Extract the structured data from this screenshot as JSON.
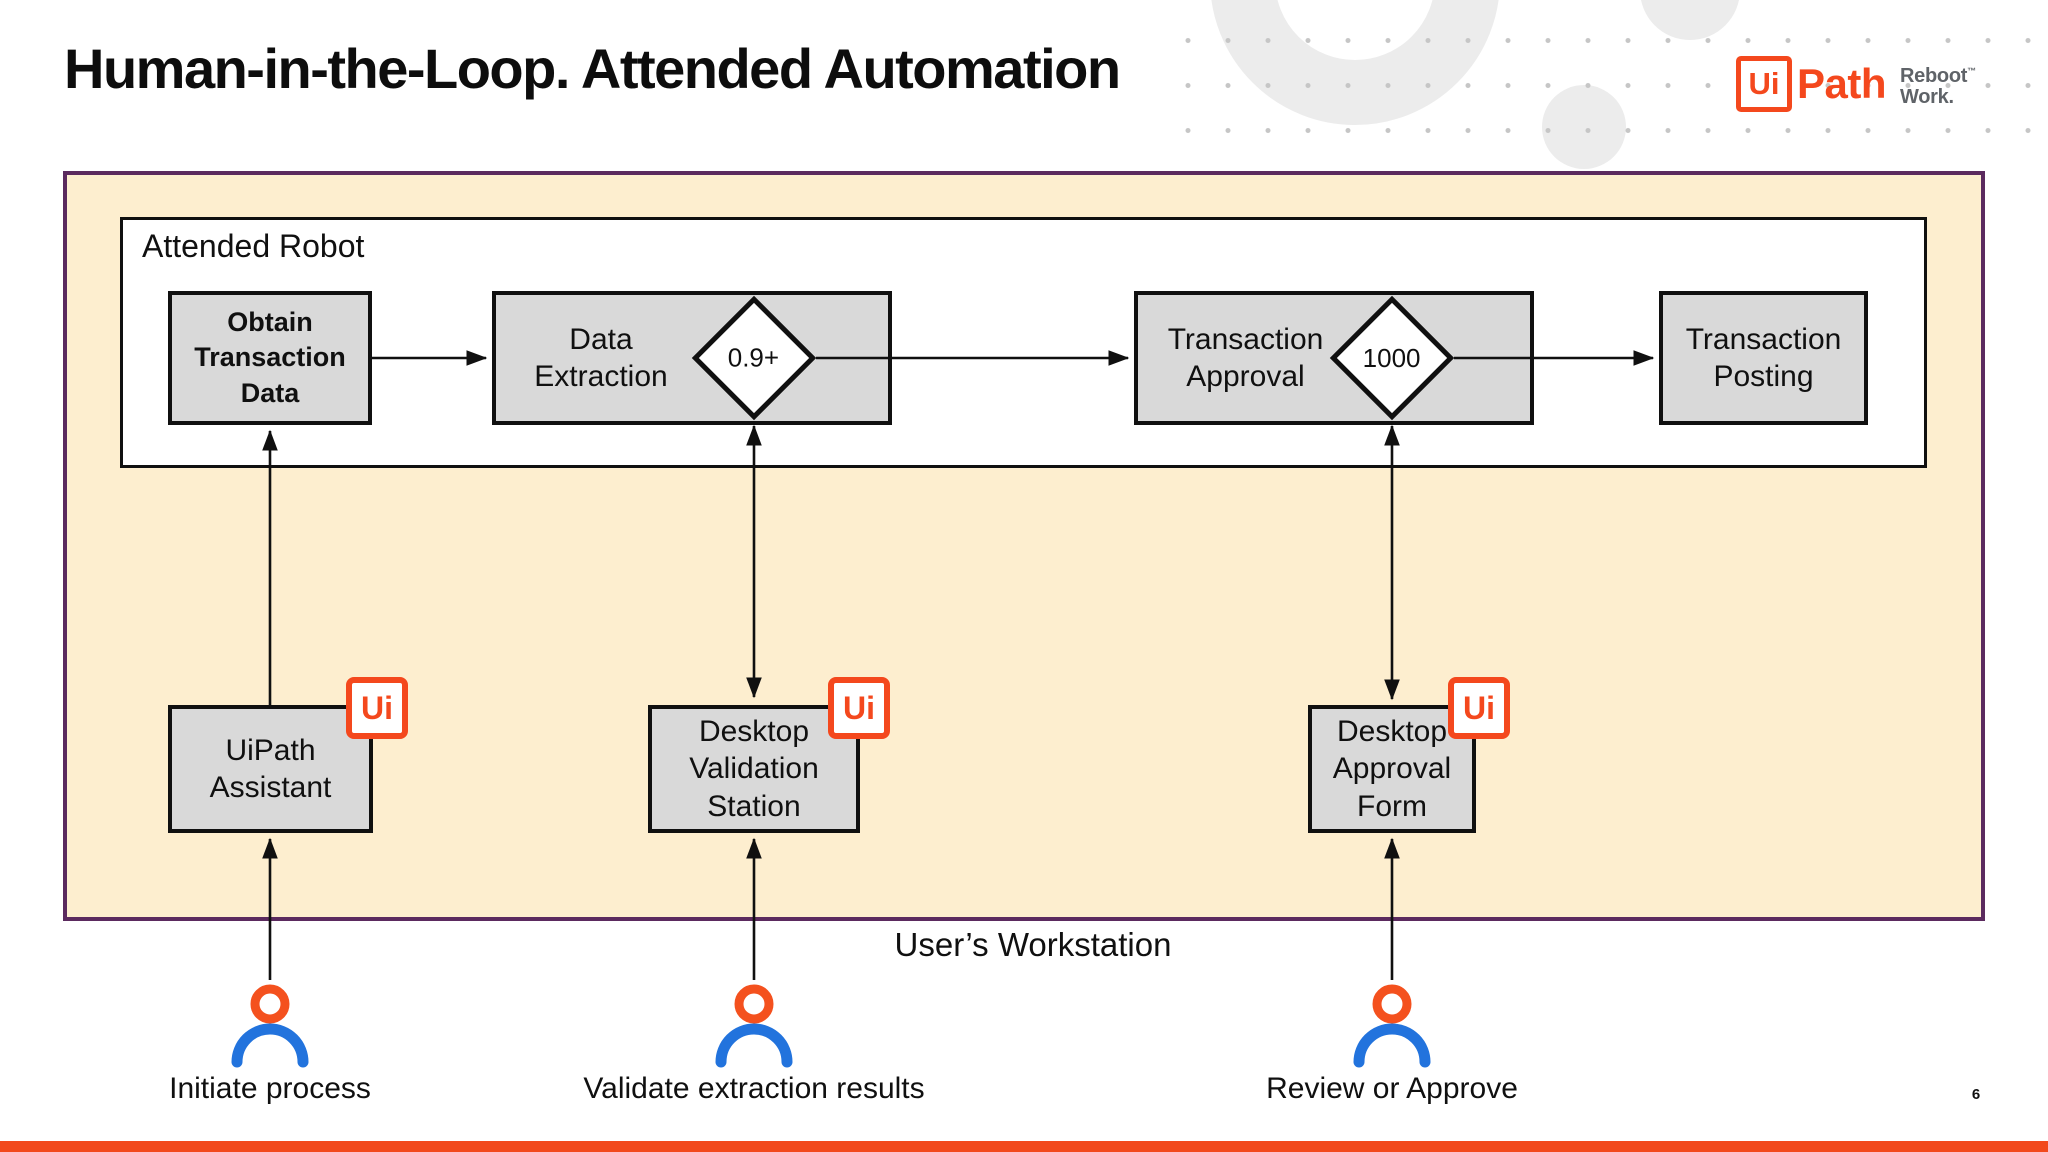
{
  "slide": {
    "title": "Human-in-the-Loop. Attended Automation",
    "page_number": "6"
  },
  "logo": {
    "ui": "Ui",
    "path": "Path",
    "tagline_top": "Reboot",
    "tm": "™",
    "tagline_bottom": "Work."
  },
  "colors": {
    "accent_orange": "#f4481d",
    "actor_blue": "#2273dd",
    "panel_beige": "#fdeecf",
    "panel_border_purple": "#5b2a5e",
    "box_gray": "#d9d9d9",
    "line_black": "#101010"
  },
  "workstation": {
    "label": "User’s Workstation",
    "attended_robot": {
      "label": "Attended Robot",
      "steps": {
        "obtain": {
          "label": "Obtain\nTransaction\nData"
        },
        "extraction": {
          "label": "Data\nExtraction",
          "threshold": "0.9+"
        },
        "approval": {
          "label": "Transaction\nApproval",
          "threshold": "1000"
        },
        "posting": {
          "label": "Transaction\nPosting"
        }
      }
    },
    "apps": {
      "assistant": {
        "label": "UiPath\nAssistant",
        "badge": "Ui"
      },
      "validation": {
        "label": "Desktop\nValidation\nStation",
        "badge": "Ui"
      },
      "approval_form": {
        "label": "Desktop\nApproval\nForm",
        "badge": "Ui"
      }
    }
  },
  "actors": {
    "initiate": {
      "label": "Initiate process"
    },
    "validate": {
      "label": "Validate extraction results"
    },
    "review": {
      "label": "Review or Approve"
    }
  }
}
